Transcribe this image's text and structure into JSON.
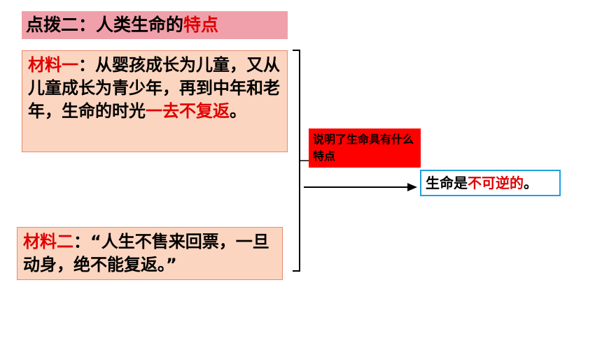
{
  "title": {
    "prefix": "点拨二：人类生命的",
    "highlight": "特点"
  },
  "material1": {
    "label": "材料一",
    "text": "：从婴孩成长为儿童，又从儿童成长为青少年，再到中年和老年，生命的时光",
    "highlight": "一去不复返",
    "suffix": "。"
  },
  "material2": {
    "label": "材料二",
    "text": "：“人生不售来回票，一旦动身，绝不能复返。”"
  },
  "question": {
    "text": "说明了生命具有什么特点"
  },
  "answer": {
    "prefix": "生命是",
    "highlight": "不可逆的",
    "suffix": "。"
  },
  "colors": {
    "title_bg": "#f0a0aa",
    "material_bg": "#fbd5c0",
    "highlight_red": "#e00000",
    "question_bg": "#ff0000",
    "answer_border": "#1ea0e0"
  }
}
